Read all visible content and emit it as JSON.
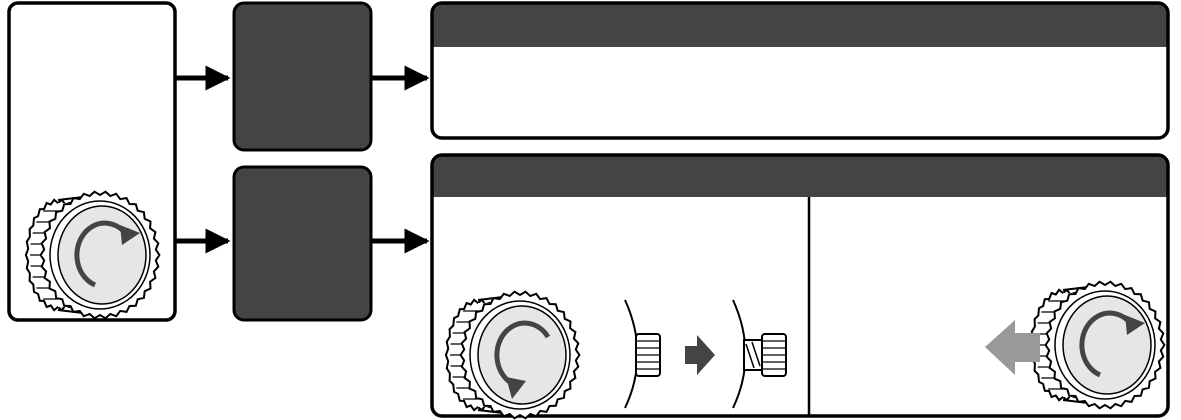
{
  "colors": {
    "background": "#ffffff",
    "outline": "#000000",
    "dark_box": "#444444",
    "header_band": "#444444",
    "knob_face": "#e6e6e6",
    "knob_arrow": "#444444",
    "push_arrow": "#999999"
  },
  "icons": {
    "knob_left_panel": "crown-knob-icon",
    "knob_bottom_left": "crown-knob-icon",
    "knob_bottom_right": "crown-knob-icon",
    "crown_pushed_in": "crown-side-in-icon",
    "crown_pulled_out": "crown-side-out-icon",
    "transition_arrow": "arrow-right-icon",
    "pull_arrow": "arrow-left-icon",
    "flow_arrows": "arrow-right-icon"
  },
  "knob_rotation": {
    "left_panel": "clockwise",
    "bottom_left": "counterclockwise",
    "bottom_right": "clockwise"
  }
}
